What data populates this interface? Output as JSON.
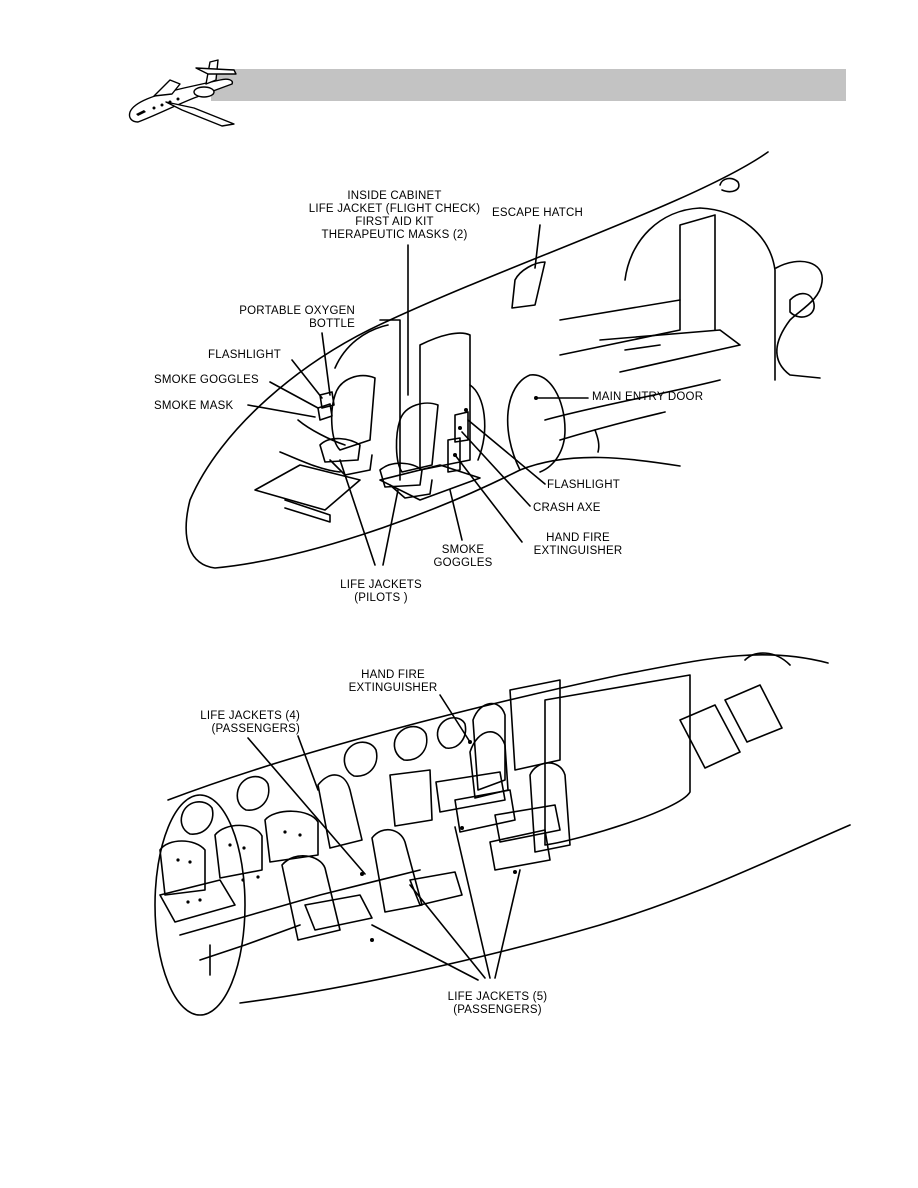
{
  "colors": {
    "header_bar": "#c3c3c3",
    "ink": "#000000",
    "page": "#ffffff"
  },
  "icons": {
    "logo": "jet-airplane-icon"
  },
  "top_diagram": {
    "labels": {
      "inside_cabinet": "INSIDE CABINET\nLIFE JACKET (FLIGHT CHECK)\nFIRST AID KIT\nTHERAPEUTIC MASKS (2)",
      "escape_hatch": "ESCAPE HATCH",
      "portable_oxygen": "PORTABLE OXYGEN\nBOTTLE",
      "flashlight_left": "FLASHLIGHT",
      "smoke_goggles_left": "SMOKE GOGGLES",
      "smoke_mask": "SMOKE MASK",
      "main_entry_door": "MAIN ENTRY DOOR",
      "flashlight_right": "FLASHLIGHT",
      "crash_axe": "CRASH AXE",
      "hand_fire_extinguisher": "HAND FIRE\nEXTINGUISHER",
      "smoke_goggles_bottom": "SMOKE\nGOGGLES",
      "life_jackets_pilots": "LIFE JACKETS\n(PILOTS )"
    }
  },
  "bottom_diagram": {
    "labels": {
      "hand_fire_extinguisher": "HAND FIRE\nEXTINGUISHER",
      "life_jackets_4": "LIFE JACKETS (4)\n(PASSENGERS)",
      "life_jackets_5": "LIFE JACKETS (5)\n(PASSENGERS)"
    }
  }
}
